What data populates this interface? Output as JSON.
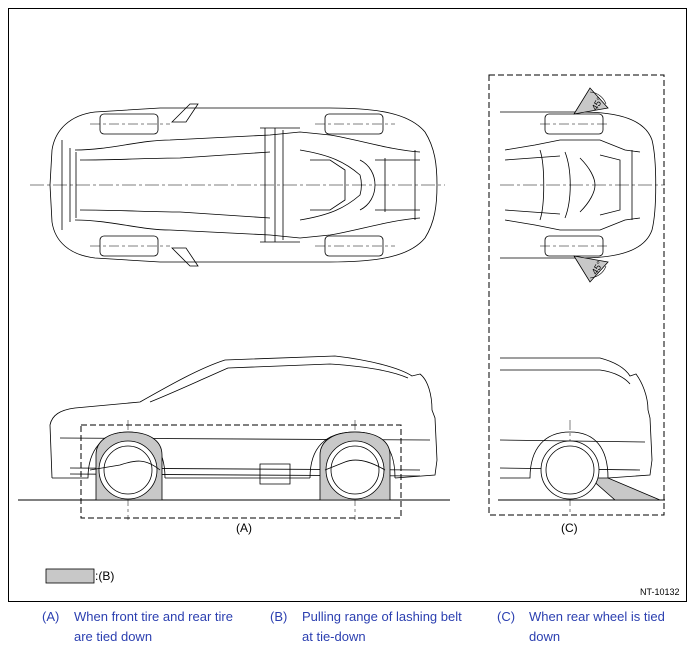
{
  "figure": {
    "labels": {
      "a": "(A)",
      "b_legend": ":(B)",
      "c": "(C)"
    },
    "angle_label": "45°",
    "figure_code": "NT-10132",
    "colors": {
      "shade": "#c8c8c8",
      "line": "#000000",
      "caption": "#2b3fb0"
    }
  },
  "captions": [
    {
      "tag": "(A)",
      "text_lines": [
        "When front tire and rear tire",
        "are tied down"
      ]
    },
    {
      "tag": "(B)",
      "text_lines": [
        "Pulling range of lashing belt",
        "at tie-down"
      ]
    },
    {
      "tag": "(C)",
      "text_lines": [
        "When rear wheel is tied",
        "down"
      ]
    }
  ]
}
